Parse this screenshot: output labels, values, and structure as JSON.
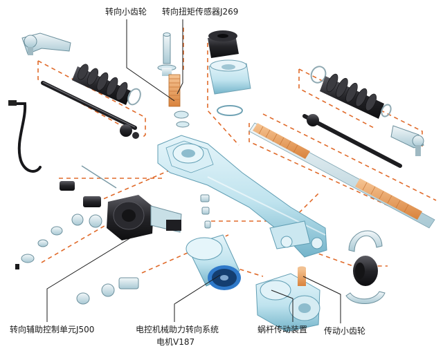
{
  "labels": {
    "pinion": "转向小齿轮",
    "torque_sensor": "转向扭矩传感器J269",
    "control_unit": "转向辅助控制单元J500",
    "motor_line1": "电控机械助力转向系统",
    "motor_line2": "电机V187",
    "worm_gear": "蜗杆传动装置",
    "drive_pinion": "传动小齿轮"
  },
  "colors": {
    "housing": "#bfe3ee",
    "housing_shadow": "#6fb2c9",
    "dark_part": "#1f1f24",
    "orange_rack": "#e8a05c",
    "leader_dashed": "#e06a2a",
    "leader_solid": "#1a1a1a",
    "motor_ring": "#2f79c9"
  },
  "icons": {
    "rack": "steering-rack-icon",
    "motor": "motor-cylinder-icon",
    "ecu": "control-unit-icon",
    "boot": "bellows-boot-icon"
  }
}
